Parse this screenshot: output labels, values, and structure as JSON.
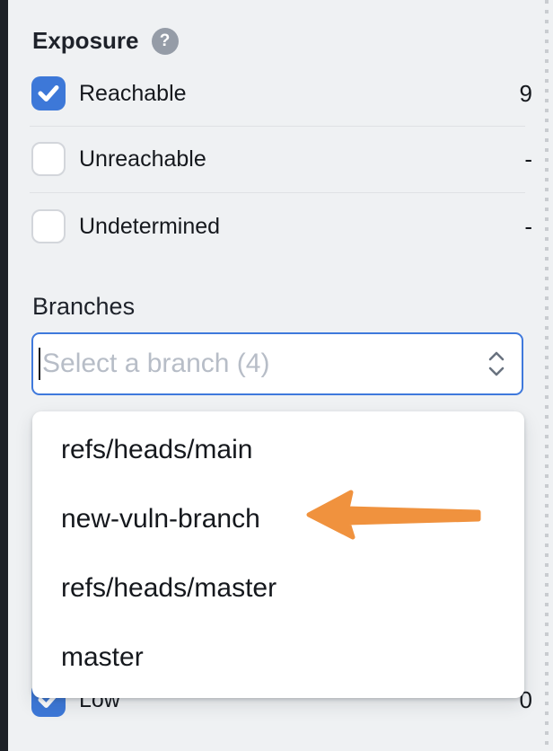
{
  "colors": {
    "background": "#eff1f3",
    "side_rail": "#1d2127",
    "accent_blue": "#3d78d8",
    "select_border": "#3f79dc",
    "arrow_orange": "#f0923e"
  },
  "exposure": {
    "title": "Exposure",
    "help_glyph": "?",
    "options": [
      {
        "label": "Reachable",
        "count": "9",
        "checked": true
      },
      {
        "label": "Unreachable",
        "count": "-",
        "checked": false
      },
      {
        "label": "Undetermined",
        "count": "-",
        "checked": false
      }
    ]
  },
  "branches": {
    "label": "Branches",
    "placeholder": "Select a branch (4)",
    "value": "",
    "options": [
      "refs/heads/main",
      "new-vuln-branch",
      "refs/heads/master",
      "master"
    ],
    "annotated_option": "new-vuln-branch"
  },
  "severity_partial": {
    "label": "Low",
    "count": "0",
    "checked": true
  },
  "icons": {
    "help": "question-mark-icon",
    "check": "checkmark-icon",
    "select": "chevron-up-down-icon",
    "annotation": "orange-left-arrow"
  }
}
